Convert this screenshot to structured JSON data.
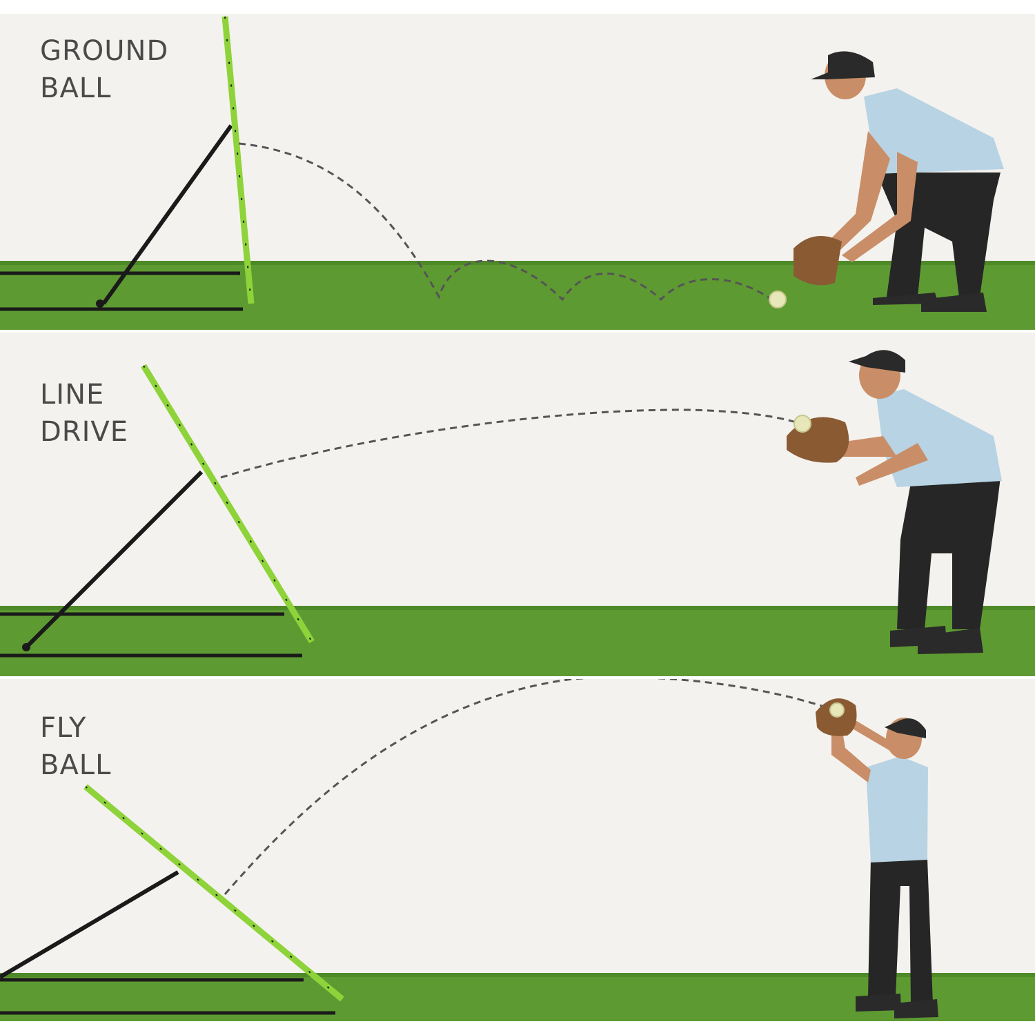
{
  "panels": [
    {
      "line1": "GROUND",
      "line2": "BALL"
    },
    {
      "line1": "LINE",
      "line2": "DRIVE"
    },
    {
      "line1": "FLY",
      "line2": "BALL"
    }
  ],
  "colors": {
    "wall": "#f4f2ee",
    "grass": "#5e9a32",
    "grass_dark": "#4f8a28",
    "frame_green": "#8ed33a",
    "frame_black": "#1a1a1a",
    "shirt": "#b7d3e4",
    "pants": "#262626",
    "cap": "#2a2a2a",
    "skin": "#c98e67",
    "glove": "#8a5a33",
    "ball": "#e8e7b9",
    "trajectory": "#555555",
    "label": "#4a4a4a"
  }
}
